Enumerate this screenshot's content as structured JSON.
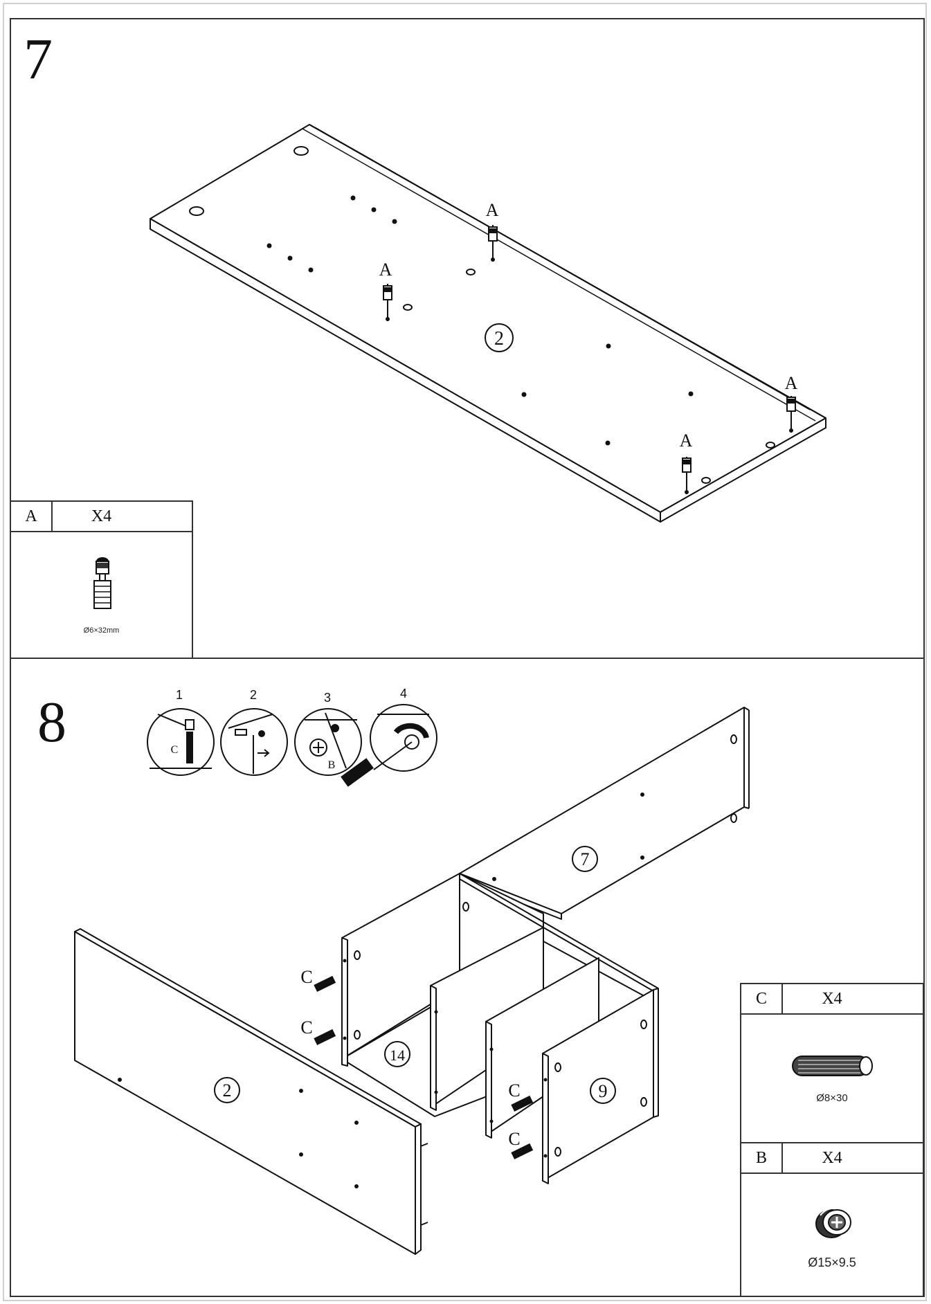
{
  "steps": [
    {
      "number": "7",
      "panel_label": "2",
      "hardware_callout": "A",
      "callout_count": 4
    },
    {
      "number": "8",
      "panel_labels": [
        "7",
        "2",
        "14",
        "9"
      ],
      "hardware_callout": "C",
      "callout_count": 4,
      "substeps": [
        "1",
        "2",
        "3",
        "4"
      ],
      "substep_letters": [
        "C",
        "B"
      ]
    }
  ],
  "legends": {
    "a": {
      "code": "A",
      "qty": "X4",
      "spec": "Ø6×32mm"
    },
    "c": {
      "code": "C",
      "qty": "X4",
      "spec": "Ø8×30"
    },
    "b": {
      "code": "B",
      "qty": "X4",
      "spec": "Ø15×9.5"
    }
  }
}
